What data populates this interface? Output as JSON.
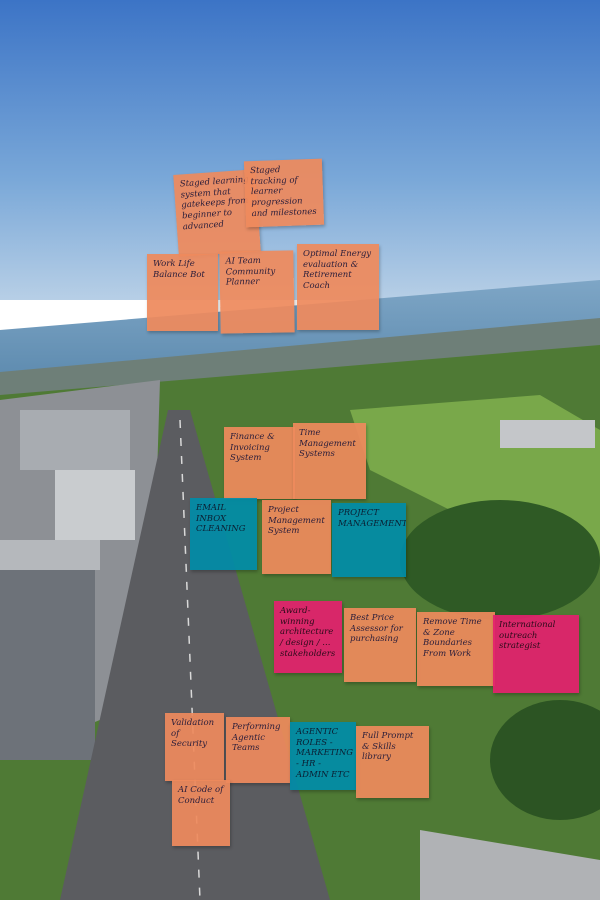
{
  "scene": {
    "description_free": true,
    "colors": {
      "sky_top": "#3f79c9",
      "sky_bottom": "#a9c9e6",
      "sea": "#6f9fc0",
      "grass": "#5e8c3a",
      "trees": "#2f5a25",
      "road": "#5b5c60",
      "buildings": "#8e9196"
    }
  },
  "notes": [
    {
      "id": "n1",
      "color": "orange",
      "text": "Staged learning system that gatekeeps from beginner to advanced"
    },
    {
      "id": "n2",
      "color": "orange",
      "text": "Staged tracking of learner progression and milestones"
    },
    {
      "id": "n3",
      "color": "orange",
      "text": "Work Life Balance Bot"
    },
    {
      "id": "n4",
      "color": "orange",
      "text": "AI Team Community Planner"
    },
    {
      "id": "n5",
      "color": "orange",
      "text": "Optimal Energy evaluation & Retirement Coach"
    },
    {
      "id": "n6",
      "color": "orange",
      "text": "Finance & Invoicing System"
    },
    {
      "id": "n7",
      "color": "orange",
      "text": "Time Management Systems"
    },
    {
      "id": "n8",
      "color": "teal",
      "text": "EMAIL INBOX CLEANING"
    },
    {
      "id": "n9",
      "color": "orange",
      "text": "Project Management System"
    },
    {
      "id": "n10",
      "color": "teal",
      "text": "PROJECT MANAGEMENT"
    },
    {
      "id": "n11",
      "color": "pink",
      "text": "Award-winning architecture / design / ... stakeholders"
    },
    {
      "id": "n12",
      "color": "orange",
      "text": "Best Price Assessor for purchasing"
    },
    {
      "id": "n13",
      "color": "orange",
      "text": "Remove Time & Zone Boundaries From Work"
    },
    {
      "id": "n14",
      "color": "pink",
      "text": "International outreach strategist"
    },
    {
      "id": "n15",
      "color": "orange",
      "text": "Validation of Security"
    },
    {
      "id": "n16",
      "color": "orange",
      "text": "Performing Agentic Teams"
    },
    {
      "id": "n17",
      "color": "teal",
      "text": "AGENTIC ROLES - MARKETING - HR - ADMIN ETC"
    },
    {
      "id": "n18",
      "color": "orange",
      "text": "Full Prompt & Skills library"
    },
    {
      "id": "n19",
      "color": "orange",
      "text": "AI Code of Conduct"
    }
  ]
}
